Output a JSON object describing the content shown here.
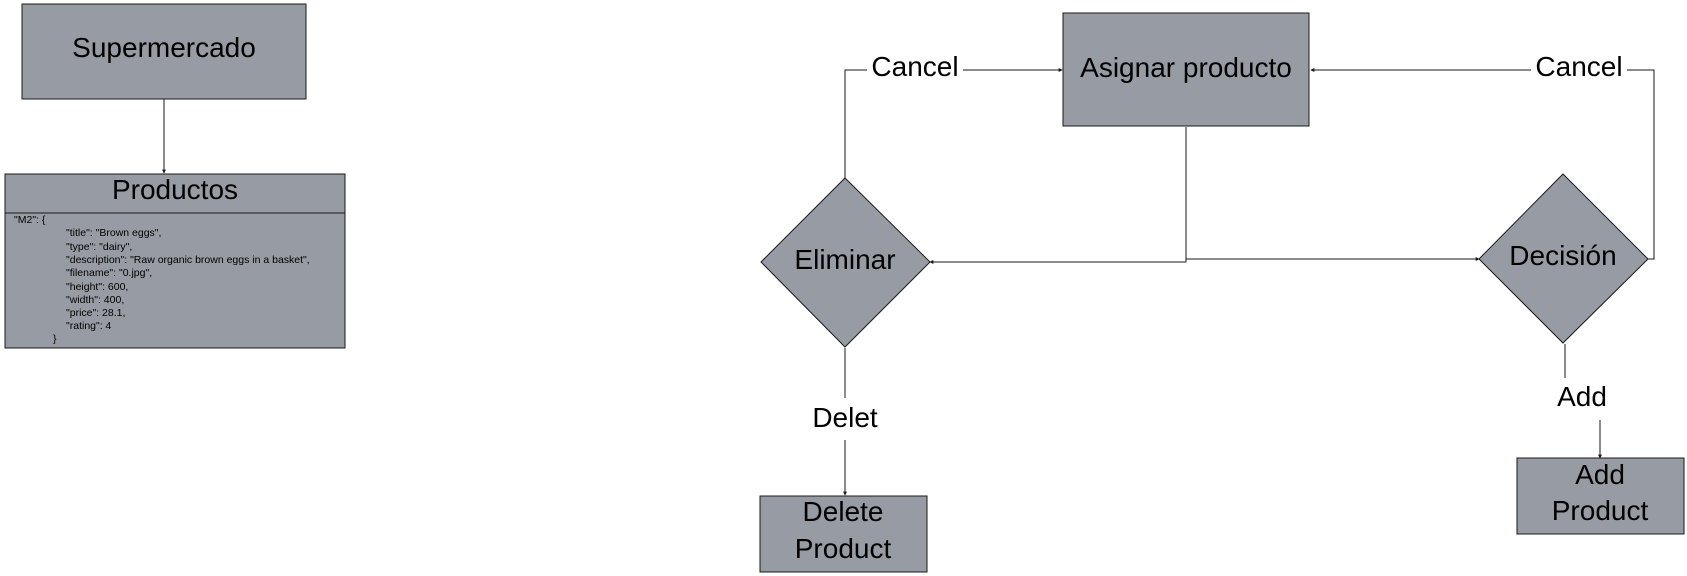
{
  "colors": {
    "node_fill": "#979ba3",
    "stroke": "#1a1a1a",
    "text": "#000000"
  },
  "nodes": {
    "supermercado": "Supermercado",
    "productos": "Productos",
    "asignar": "Asignar producto",
    "eliminar": "Eliminar",
    "decision": "Decisión",
    "delete_product": [
      "Delete",
      "Product"
    ],
    "add_product": [
      "Add",
      "Product"
    ]
  },
  "productos_json": [
    "\"M2\": {",
    "\"title\": \"Brown eggs\",",
    "\"type\": \"dairy\",",
    "\"description\": \"Raw organic brown eggs in a basket\",",
    "\"filename\": \"0.jpg\",",
    "\"height\": 600,",
    "\"width\": 400,",
    "\"price\": 28.1,",
    "\"rating\": 4",
    "}"
  ],
  "edges": {
    "cancel_left": "Cancel",
    "cancel_right": "Cancel",
    "delet": "Delet",
    "add": "Add"
  }
}
